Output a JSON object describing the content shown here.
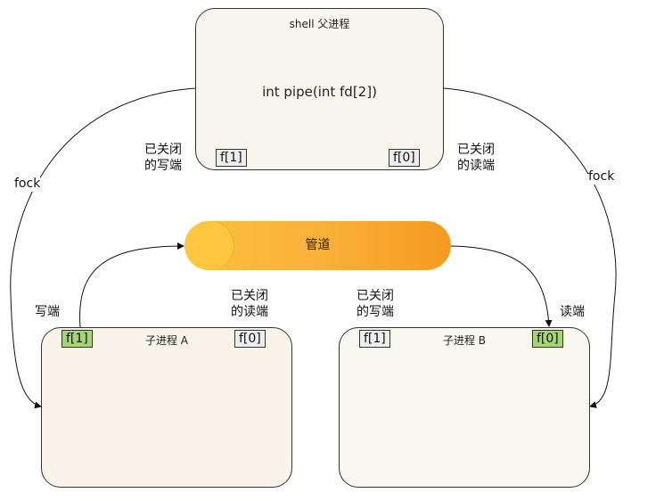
{
  "parent": {
    "title": "shell 父进程",
    "call": "int pipe(int fd[2])",
    "fd_write": "f[1]",
    "fd_read": "f[0]",
    "left_note": "已关闭\n的写端",
    "right_note": "已关闭\n的读端"
  },
  "pipe": {
    "label": "管道"
  },
  "fork_left": "fock",
  "fork_right": "fock",
  "child_a": {
    "title": "子进程 A",
    "fd_write": "f[1]",
    "fd_read": "f[0]",
    "write_note": "写端",
    "closed_note": "已关闭\n的读端"
  },
  "child_b": {
    "title": "子进程 B",
    "fd_write": "f[1]",
    "fd_read": "f[0]",
    "closed_note": "已关闭\n的写端",
    "read_note": "读端"
  },
  "colors": {
    "fd_open": "#a6d479",
    "fd_closed": "#eceeed",
    "pipe_start": "#fbc13a",
    "pipe_end": "#f69a1f"
  }
}
